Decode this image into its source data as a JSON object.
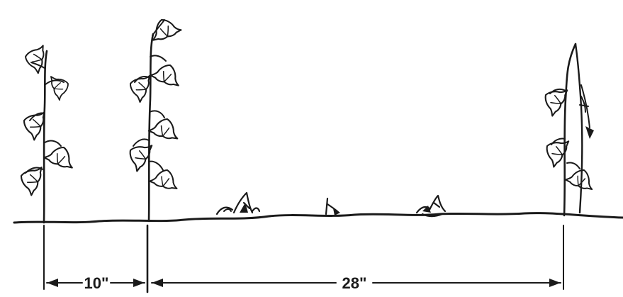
{
  "diagram": {
    "measurements": [
      {
        "label": "10\""
      },
      {
        "label": "28\""
      }
    ],
    "plants": [
      {
        "kind": "tall-flowering-plant"
      },
      {
        "kind": "tall-flowering-plant"
      },
      {
        "kind": "short-weedy-clump"
      },
      {
        "kind": "short-weedy-clump"
      },
      {
        "kind": "short-weedy-clump"
      },
      {
        "kind": "tall-wilting-plant"
      }
    ]
  }
}
